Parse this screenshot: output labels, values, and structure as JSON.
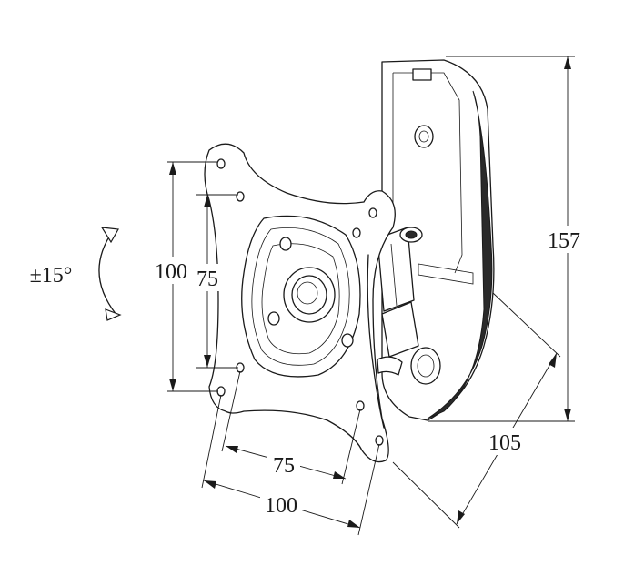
{
  "dimensions": {
    "height": "157",
    "depth": "105",
    "vesa_outer_vertical": "100",
    "vesa_inner_vertical": "75",
    "vesa_inner_horizontal": "75",
    "vesa_outer_horizontal": "100",
    "tilt": "±15°"
  }
}
